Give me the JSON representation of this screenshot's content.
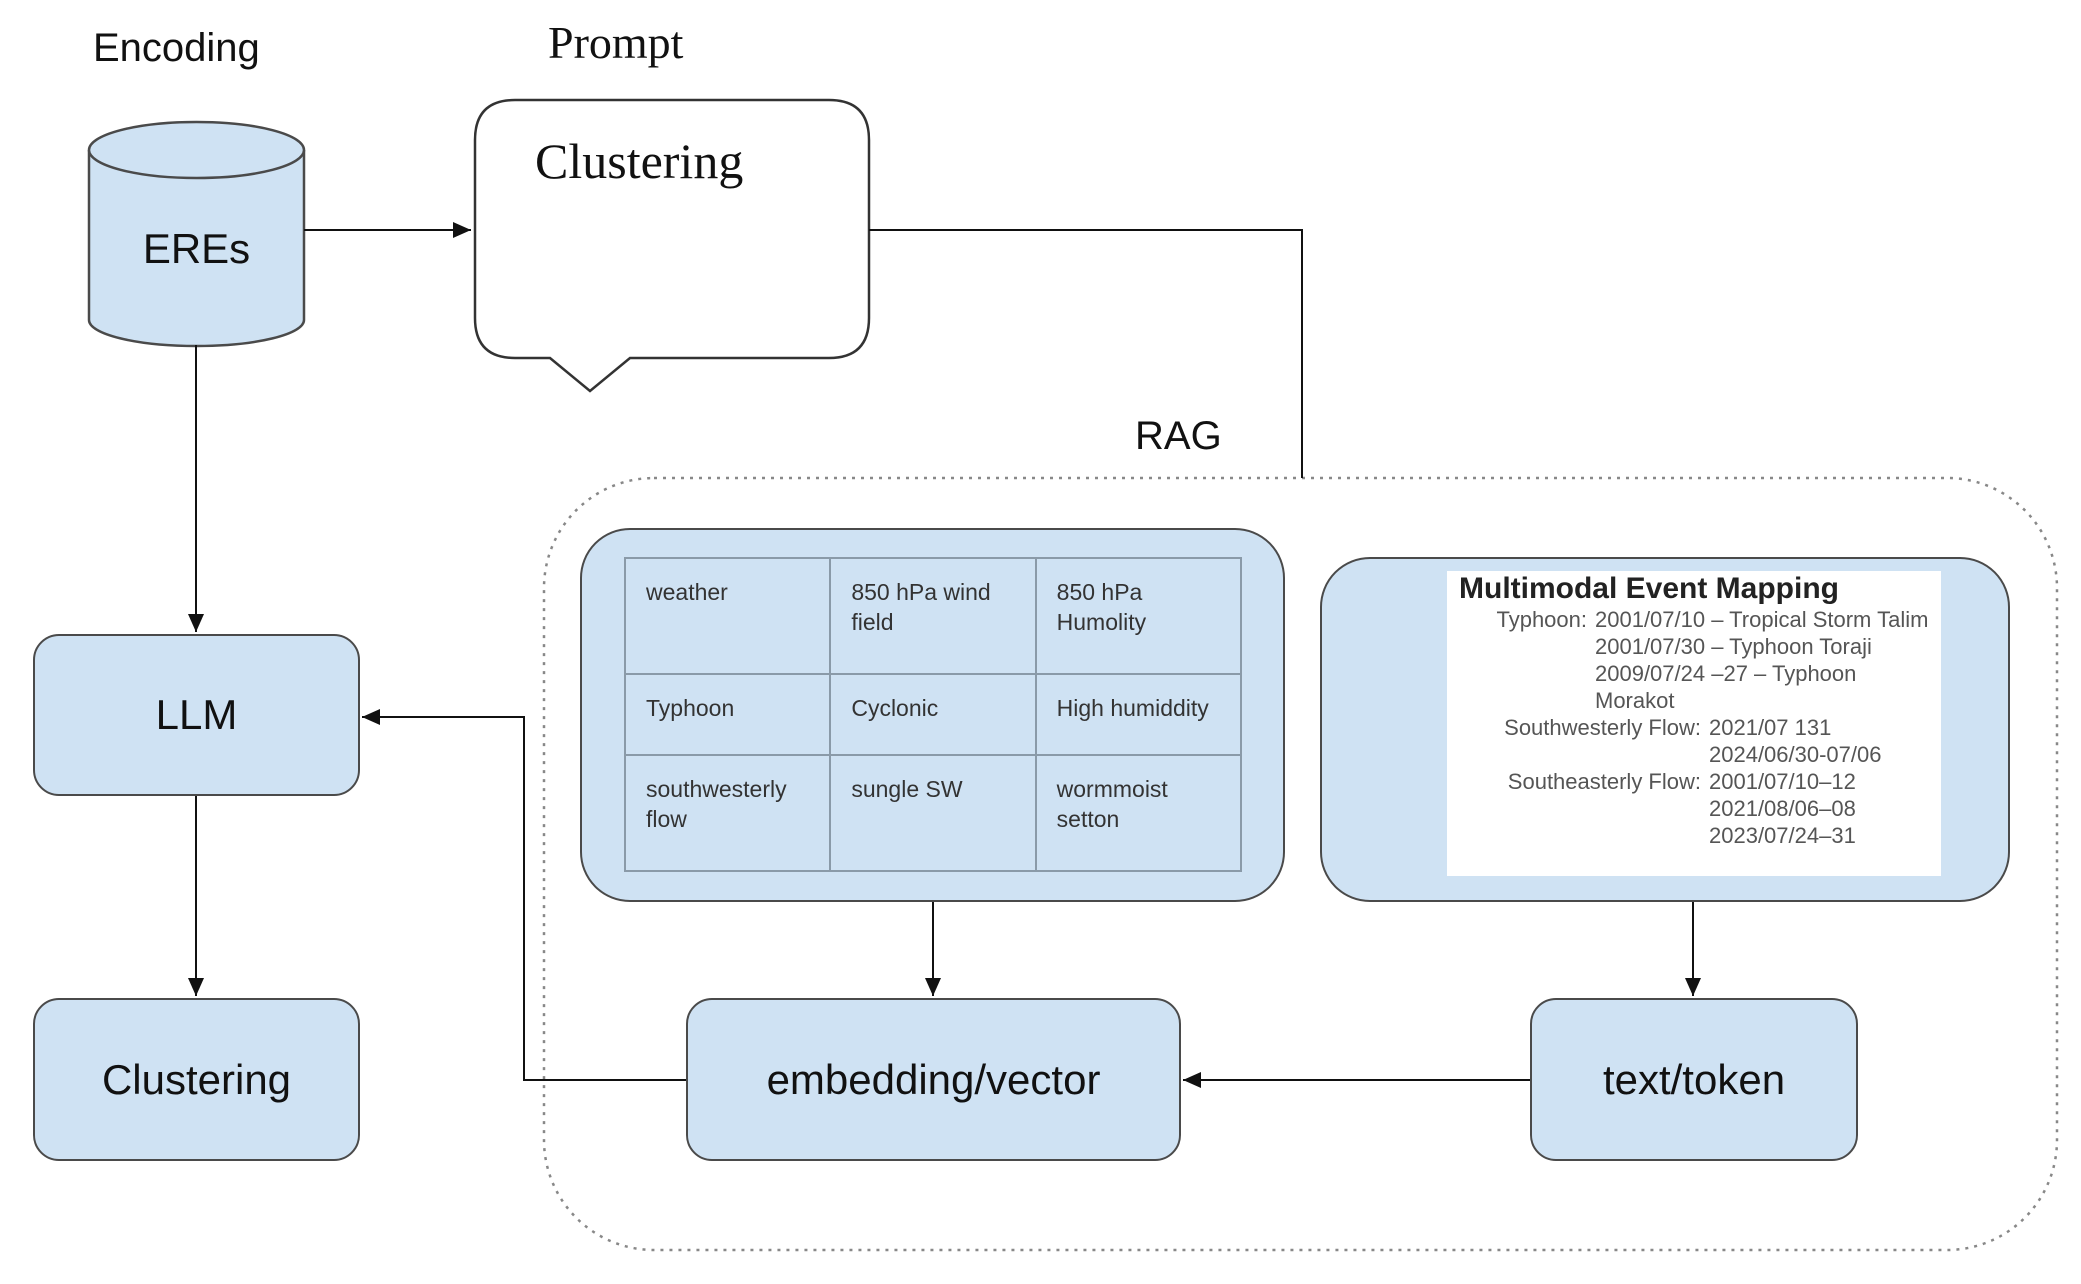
{
  "labels": {
    "encoding": "Encoding",
    "prompt": "Prompt",
    "rag": "RAG"
  },
  "nodes": {
    "eres": "EREs",
    "prompt_bubble": "Clustering",
    "llm": "LLM",
    "clustering": "Clustering",
    "embedding": "embedding/vector",
    "text_token": "text/token"
  },
  "table": {
    "rows": [
      [
        "weather",
        "850 hPa wind field",
        "850 hPa Humolity"
      ],
      [
        "Typhoon",
        "Cyclonic",
        "High humiddity"
      ],
      [
        "southwesterly flow",
        "sungle SW",
        "wormmoist setton"
      ]
    ]
  },
  "mapping": {
    "title": "Multimodal Event Mapping",
    "typhoon_label": "Typhoon:",
    "typhoon": [
      "2001/07/10 – Tropical Storm Talim",
      "2001/07/30 – Typhoon Toraji",
      "2009/07/24 –27 – Typhoon Morakot"
    ],
    "sw_label": "Southwesterly Flow:",
    "sw": [
      "2021/07 131",
      "2024/06/30-07/06"
    ],
    "se_label": "Southeasterly Flow:",
    "se": [
      "2001/07/10–12",
      "2021/08/06–08",
      "2023/07/24–31"
    ]
  },
  "colors": {
    "node_fill": "#cfe2f3",
    "border": "#4a4a4a"
  }
}
